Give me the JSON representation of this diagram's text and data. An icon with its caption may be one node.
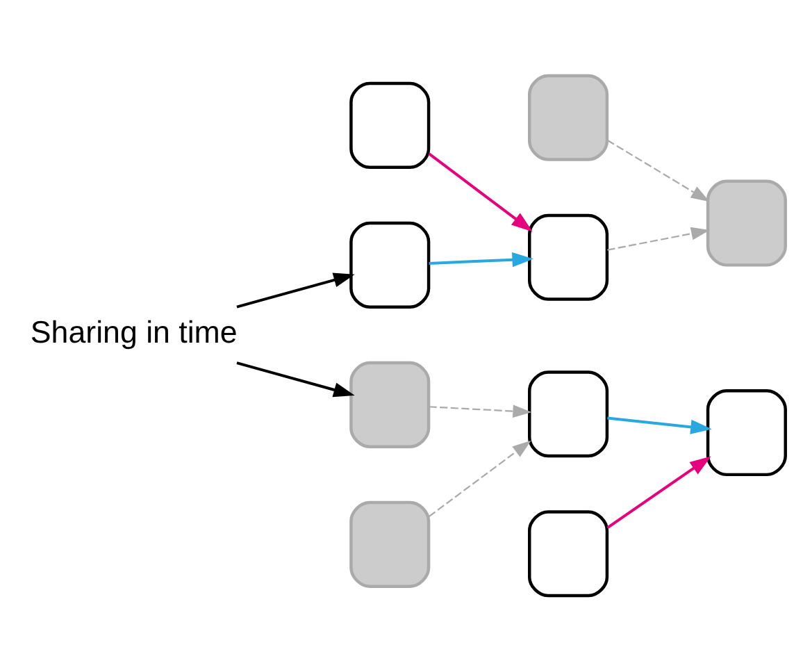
{
  "diagram": {
    "nodes": [
      {
        "text": [],
        "shape": "box"
      },
      {
        "text": [],
        "shape": "box"
      },
      {
        "text": [],
        "shape": "box"
      },
      {
        "text": [],
        "shape": "box"
      },
      {
        "text": [],
        "shape": "box"
      },
      {
        "text": [],
        "shape": "box"
      },
      {
        "text": [],
        "shape": "box"
      },
      {
        "text": [],
        "shape": "box"
      },
      {
        "text": [],
        "shape": "box"
      },
      {
        "text": [],
        "shape": "box"
      },
      {
        "text": [
          "Sharing in time"
        ]
      }
    ],
    "edges": [
      {
        "from": 0,
        "to": 2,
        "arrow": "to",
        "color": "#29a8e0"
      },
      {
        "from": 1,
        "to": 2,
        "arrow": "to",
        "color": "#e6007e"
      },
      {
        "from": 2,
        "to": 4,
        "arrow": "to",
        "style": "dashed",
        "color": "#aaaaaa"
      },
      {
        "from": 3,
        "to": 4,
        "arrow": "to",
        "style": "dashed",
        "color": "#aaaaaa"
      },
      {
        "from": 5,
        "to": 7,
        "arrow": "to",
        "style": "dashed",
        "color": "#aaaaaa"
      },
      {
        "from": 6,
        "to": 7,
        "arrow": "to",
        "style": "dashed",
        "color": "#aaaaaa"
      },
      {
        "from": 7,
        "to": 9,
        "arrow": "to",
        "color": "#29a8e0"
      },
      {
        "from": 8,
        "to": 9,
        "arrow": "to",
        "color": "#e6007e"
      },
      {
        "from": 10,
        "to": 0,
        "arrow": "to",
        "color": "#000000"
      },
      {
        "from": 10,
        "to": 6,
        "arrow": "to",
        "color": "#000000"
      }
    ]
  }
}
